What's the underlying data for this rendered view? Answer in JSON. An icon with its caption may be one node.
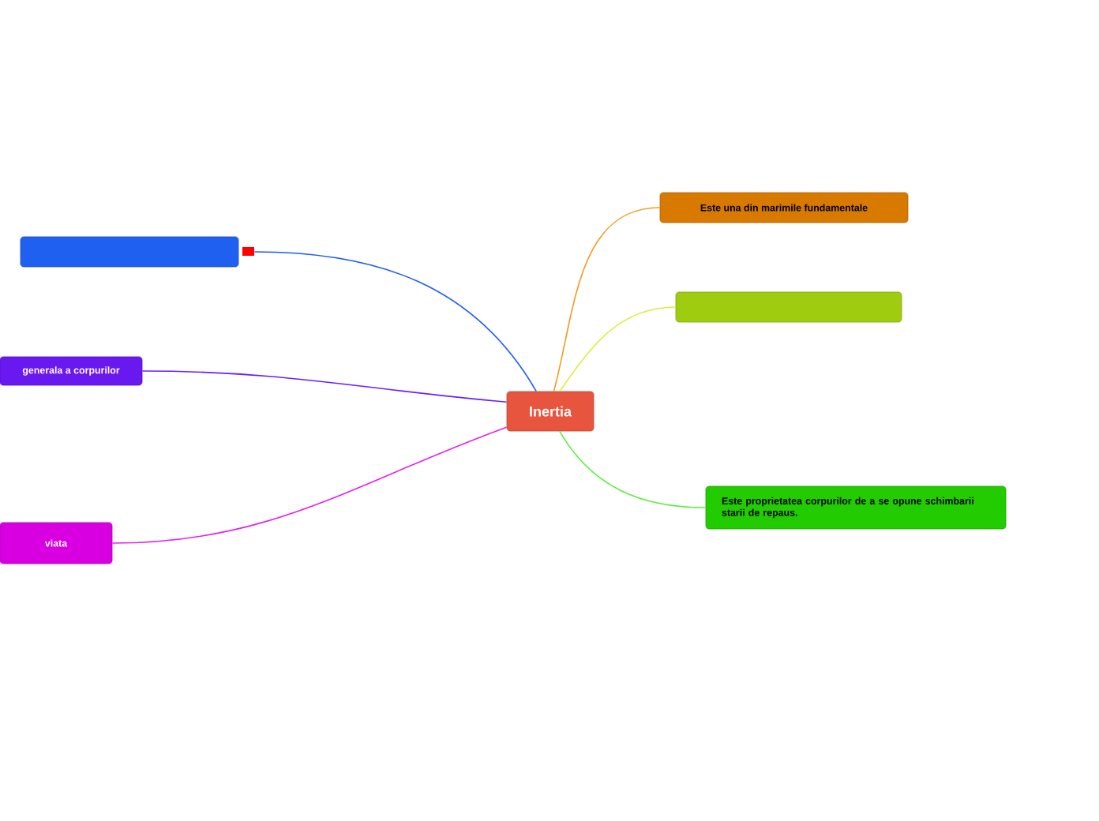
{
  "diagram": {
    "nodes": [
      {
        "text": [
          "Inertia"
        ]
      },
      {
        "text": [],
        "shape": "box"
      },
      {
        "text": [
          "generala a corpurilor"
        ]
      },
      {
        "text": [
          "viata"
        ]
      },
      {
        "text": [
          "Este una din marimile fundamentale"
        ]
      },
      {
        "text": [],
        "shape": "box"
      },
      {
        "text": [
          "Este proprietatea corpurilor de a se opune schimbarii starii de repaus."
        ]
      }
    ],
    "edges": [
      {
        "from": 0,
        "to": 1,
        "arrow": "none",
        "color": "#1e5aff"
      },
      {
        "from": 0,
        "to": 2,
        "arrow": "none",
        "color": "#6a1eff"
      },
      {
        "from": 0,
        "to": 3,
        "arrow": "none",
        "color": "#e61ef0"
      },
      {
        "from": 0,
        "to": 4,
        "arrow": "none",
        "color": "#f59a1e"
      },
      {
        "from": 0,
        "to": 5,
        "arrow": "none",
        "color": "#d8f03c"
      },
      {
        "from": 0,
        "to": 6,
        "arrow": "none",
        "color": "#5af03c"
      }
    ]
  }
}
